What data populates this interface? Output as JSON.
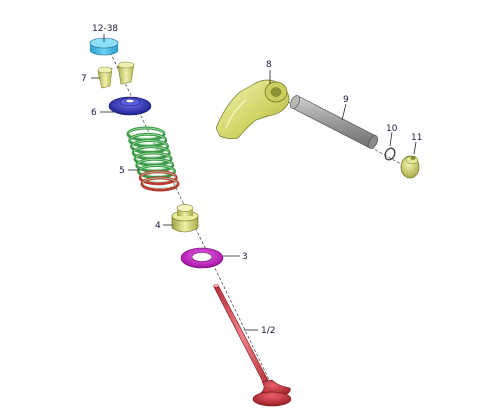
{
  "diagram": {
    "callouts": [
      {
        "id": "c1",
        "text": "12-38"
      },
      {
        "id": "c2",
        "text": "7"
      },
      {
        "id": "c3",
        "text": "6"
      },
      {
        "id": "c4",
        "text": "5"
      },
      {
        "id": "c5",
        "text": "4"
      },
      {
        "id": "c6",
        "text": "3"
      },
      {
        "id": "c7",
        "text": "1/2"
      },
      {
        "id": "c8",
        "text": "8"
      },
      {
        "id": "c9",
        "text": "9"
      },
      {
        "id": "c10",
        "text": "10"
      },
      {
        "id": "c11",
        "text": "11"
      }
    ],
    "colors": {
      "shim": "#33b4e6",
      "keepers": "#d8dc86",
      "retainer": "#3237c8",
      "spring": "#3e9a4a",
      "spring_accent": "#b83a30",
      "seal": "#d3d87a",
      "washer": "#cc22cc",
      "valve": "#d7464e",
      "rocker": "#d9dc72",
      "shaft": "#a6a6a6",
      "clip": "#555555",
      "adjuster": "#d7db6a"
    }
  }
}
